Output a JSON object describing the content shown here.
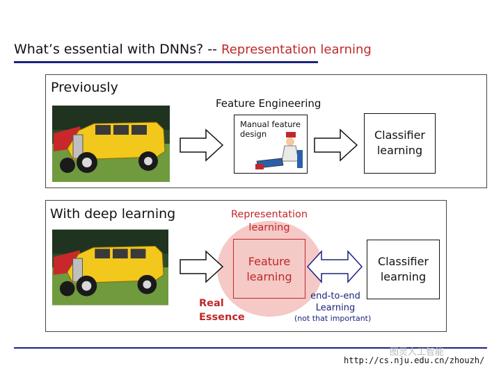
{
  "header": {
    "title_main": "What’s essential with DNNs? --",
    "title_accent": "Representation learning"
  },
  "panel_previously": {
    "label": "Previously",
    "feature_engineering": "Feature Engineering",
    "manual_feature_design": [
      "Manual feature",
      "design"
    ],
    "classifier": [
      "Classifier",
      "learning"
    ]
  },
  "panel_deep": {
    "label": "With deep learning",
    "representation_learning": [
      "Representation",
      "learning"
    ],
    "feature_learning": [
      "Feature",
      "learning"
    ],
    "classifier": [
      "Classifier",
      "learning"
    ],
    "real_essence": [
      "Real",
      "Essence"
    ],
    "end_to_end": [
      "end-to-end",
      "Learning"
    ],
    "not_important": "(not that important)"
  },
  "footer": {
    "url": "http://cs.nju.edu.cn/zhouzh/",
    "watermark": "图灵人工智能"
  },
  "colors": {
    "accent_red": "#c0282a",
    "navy": "#1a237e",
    "essence_fill": "#f4c9c6",
    "car_yellow": "#f2c81c",
    "grass": "#6f9a3e"
  }
}
